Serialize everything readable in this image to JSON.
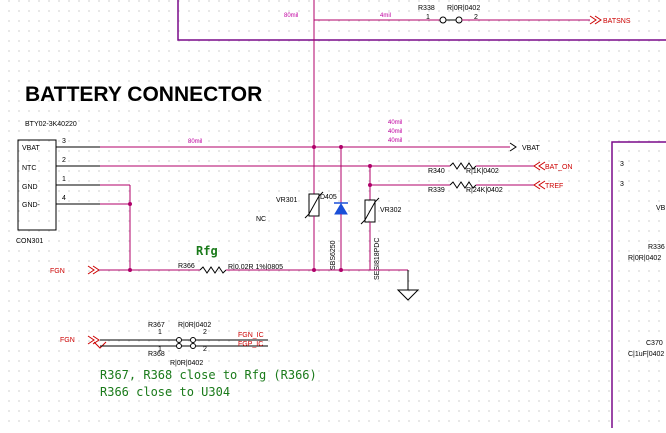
{
  "title": "BATTERY CONNECTOR",
  "connector": {
    "part": "BTY02-3K40220",
    "ref": "CON301",
    "pins": [
      {
        "name": "VBAT",
        "num": "3"
      },
      {
        "name": "NTC",
        "num": "2"
      },
      {
        "name": "GND",
        "num": "1"
      },
      {
        "name": "GND-",
        "num": "4"
      }
    ]
  },
  "nets": {
    "vbat": "VBAT",
    "bat_on": "BAT_ON",
    "tref": "TREF",
    "batsns": "BATSNS",
    "fgn": "FGN",
    "fgn_ic": "FGN_IC",
    "fgp_ic": "FGP_IC",
    "fgn2": "FGN"
  },
  "widths": {
    "top_trace": "80mil",
    "batsns_trace": "4mil",
    "vbat_trace": "80mil",
    "w1": "40mil",
    "w2": "40mil",
    "w3": "40mil"
  },
  "components": {
    "r338": {
      "ref": "R338",
      "val": "R|0R|0402",
      "p1": "1",
      "p2": "2"
    },
    "r340": {
      "ref": "R340",
      "val": "R|1K|0402"
    },
    "r339": {
      "ref": "R339",
      "val": "R|24K|0402"
    },
    "r366": {
      "ref": "R366",
      "val": "R|0.02R 1%|0805"
    },
    "rfg": "Rfg",
    "vr301": "VR301",
    "d405": "D405",
    "vr302": "VR302",
    "nc": "NC",
    "d405_part": "SBS6250",
    "vr302_part": "SESI818PDC",
    "r367": {
      "ref": "R367",
      "val": "R|0R|0402",
      "p1": "1",
      "p2": "2"
    },
    "r368": {
      "ref": "R368",
      "val": "R|0R|0402",
      "p1": "1",
      "p2": "2"
    }
  },
  "notes": [
    "R367, R368 close to Rfg (R366)",
    "R366 close to U304"
  ],
  "right_block": {
    "pin_a": "3",
    "pin_b": "3",
    "label_vb": "VB",
    "r336": "R336",
    "r336_val": "R|0R|0402",
    "c370": "C370",
    "c370_val": "C|1uF|0402"
  }
}
